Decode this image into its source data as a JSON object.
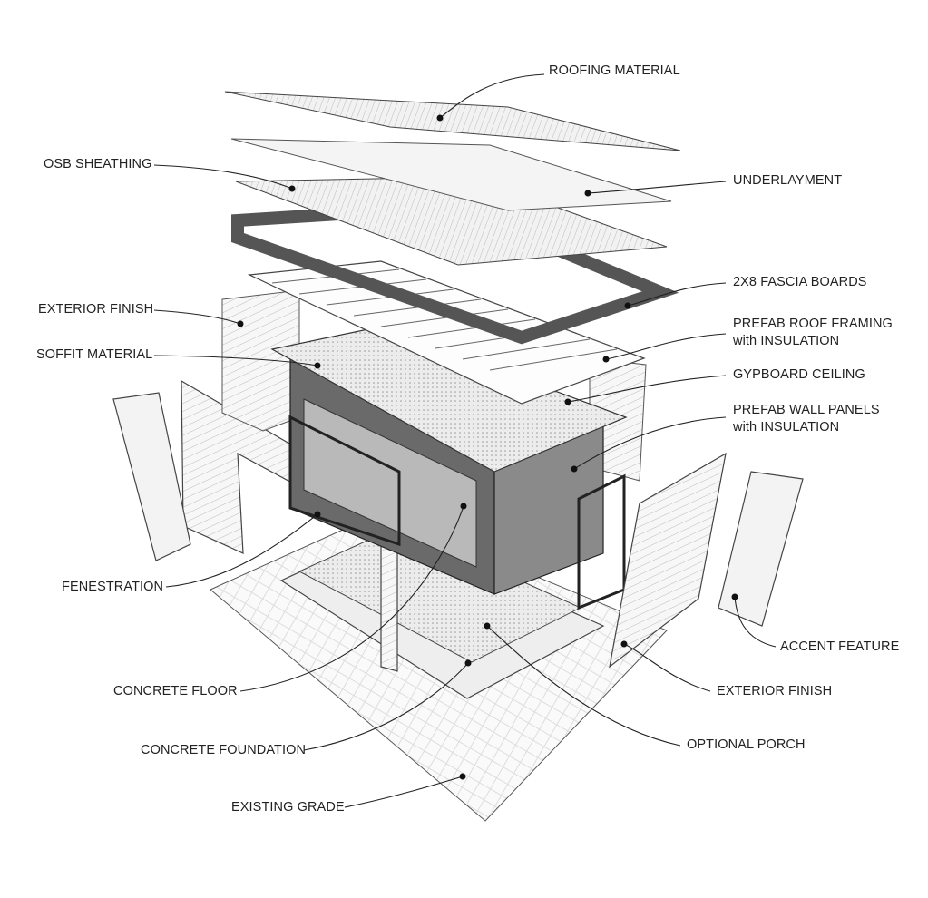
{
  "title": "Exploded prefab studio assembly",
  "labels": {
    "roofing_material": "ROOFING MATERIAL",
    "osb_sheathing": "OSB SHEATHING",
    "underlayment": "UNDERLAYMENT",
    "fascia_boards": "2X8 FASCIA BOARDS",
    "exterior_finish_left": "EXTERIOR FINISH",
    "roof_framing_1": "PREFAB ROOF FRAMING",
    "roof_framing_2": "with INSULATION",
    "soffit_material": "SOFFIT MATERIAL",
    "gypboard_ceiling": "GYPBOARD CEILING",
    "wall_panels_1": "PREFAB WALL PANELS",
    "wall_panels_2": "with INSULATION",
    "fenestration": "FENESTRATION",
    "accent_feature": "ACCENT FEATURE",
    "concrete_floor": "CONCRETE FLOOR",
    "exterior_finish_right": "EXTERIOR FINISH",
    "concrete_foundation": "CONCRETE FOUNDATION",
    "optional_porch": "OPTIONAL PORCH",
    "existing_grade": "EXISTING GRADE"
  },
  "colors": {
    "ink": "#222222",
    "dark_panel": "#555555",
    "mid_panel": "#8a8a8a",
    "light_panel": "#e6e6e6"
  }
}
